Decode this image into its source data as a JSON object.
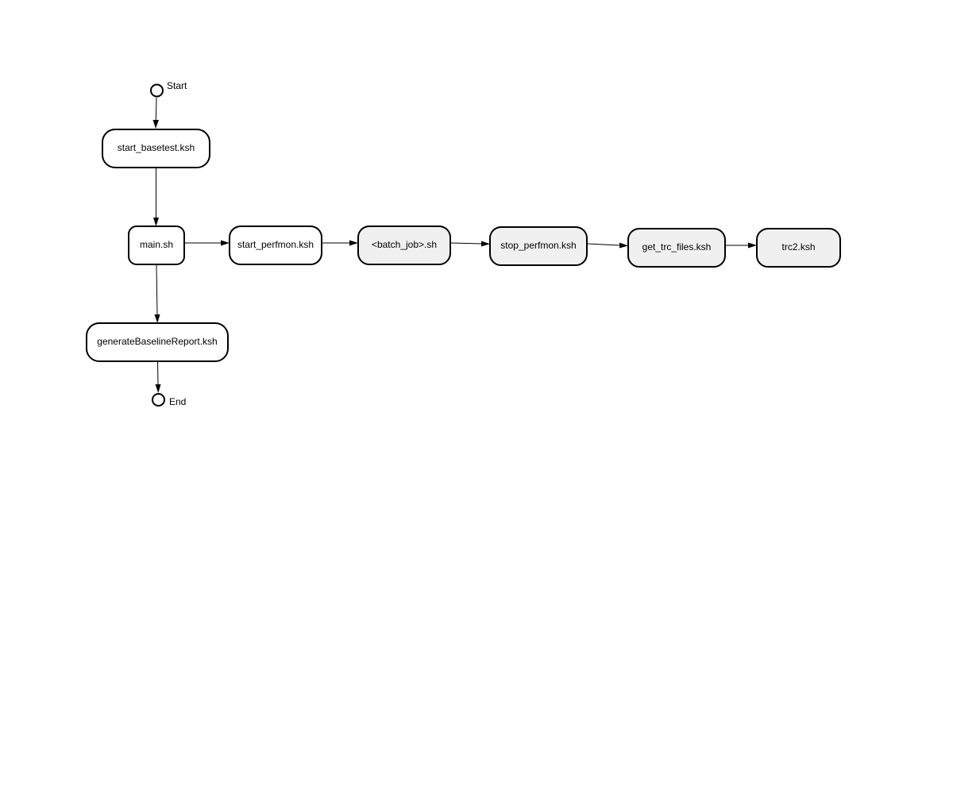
{
  "diagram": {
    "start_label": "Start",
    "end_label": "End",
    "nodes": {
      "start_basetest": {
        "label": "start_basetest.ksh",
        "fill": "#ffffff"
      },
      "main": {
        "label": "main.sh",
        "fill": "#ffffff"
      },
      "start_perfmon": {
        "label": "start_perfmon.ksh",
        "fill": "#ffffff"
      },
      "batch_job": {
        "label": "<batch_job>.sh",
        "fill": "#f0f0f0"
      },
      "stop_perfmon": {
        "label": "stop_perfmon.ksh",
        "fill": "#f0f0f0"
      },
      "get_trc_files": {
        "label": "get_trc_files.ksh",
        "fill": "#f0f0f0"
      },
      "trc2": {
        "label": "trc2.ksh",
        "fill": "#f0f0f0"
      },
      "generate_report": {
        "label": "generateBaselineReport.ksh",
        "fill": "#ffffff"
      }
    },
    "edges": [
      {
        "from": "start",
        "to": "start_basetest"
      },
      {
        "from": "start_basetest",
        "to": "main"
      },
      {
        "from": "main",
        "to": "start_perfmon"
      },
      {
        "from": "start_perfmon",
        "to": "batch_job"
      },
      {
        "from": "batch_job",
        "to": "stop_perfmon"
      },
      {
        "from": "stop_perfmon",
        "to": "get_trc_files"
      },
      {
        "from": "get_trc_files",
        "to": "trc2"
      },
      {
        "from": "main",
        "to": "generate_report"
      },
      {
        "from": "generate_report",
        "to": "end"
      }
    ]
  }
}
